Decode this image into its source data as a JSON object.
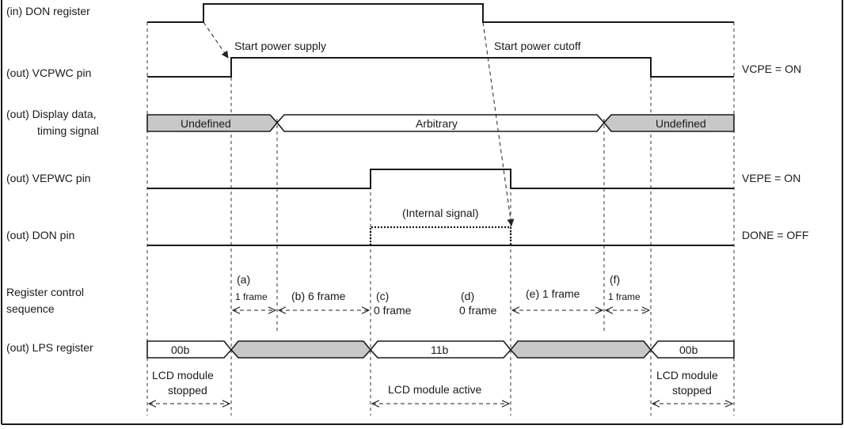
{
  "signals": {
    "don_register": "(in) DON register",
    "vcpwc_pin": "(out) VCPWC pin",
    "display_data_line1": "(out) Display data,",
    "display_data_line2": "timing signal",
    "vepwc_pin": "(out) VEPWC pin",
    "don_pin": "(out) DON pin",
    "register_sequence_line1": "Register control",
    "register_sequence_line2": "sequence",
    "lps_register": "(out) LPS register"
  },
  "right_labels": {
    "vcpe": "VCPE = ON",
    "vepe": "VEPE = ON",
    "done": "DONE = OFF"
  },
  "annotations": {
    "start_power_supply": "Start power supply",
    "start_power_cutoff": "Start power cutoff",
    "internal_signal": "(Internal signal)"
  },
  "display_bus": {
    "undefined_left": "Undefined",
    "arbitrary": "Arbitrary",
    "undefined_right": "Undefined"
  },
  "sequence": {
    "a_label": "(a)",
    "a_frames": "1 frame",
    "b": "(b) 6 frame",
    "c_label": "(c)",
    "c_frames": "0 frame",
    "d_label": "(d)",
    "d_frames": "0 frame",
    "e": "(e) 1 frame",
    "f_label": "(f)",
    "f_frames": "1 frame"
  },
  "lps_bus": {
    "left": "00b",
    "middle": "11b",
    "right": "00b"
  },
  "module_states": {
    "stopped_left_line1": "LCD module",
    "stopped_left_line2": "stopped",
    "active": "LCD module active",
    "stopped_right_line1": "LCD module",
    "stopped_right_line2": "stopped"
  },
  "colors": {
    "bus_fill_shaded": "#c8c8c8",
    "line": "#1a1a1a",
    "background": "#ffffff"
  }
}
